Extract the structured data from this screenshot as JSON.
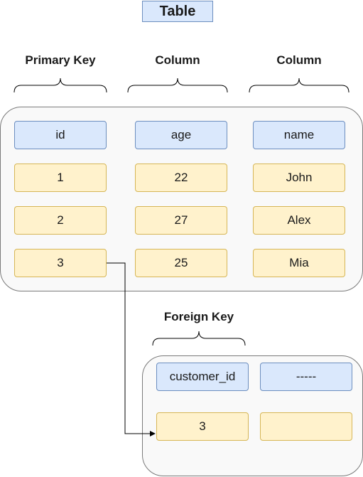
{
  "title": "Table",
  "labels": {
    "primary_key": "Primary Key",
    "column_age": "Column",
    "column_name": "Column",
    "foreign_key": "Foreign Key"
  },
  "main_table": {
    "headers": [
      "id",
      "age",
      "name"
    ],
    "rows": [
      [
        "1",
        "22",
        "John"
      ],
      [
        "2",
        "27",
        "Alex"
      ],
      [
        "3",
        "25",
        "Mia"
      ]
    ]
  },
  "foreign_table": {
    "headers": [
      "customer_id",
      "-----"
    ],
    "rows": [
      [
        "3",
        ""
      ]
    ]
  },
  "colors": {
    "header_fill": "#dae8fc",
    "header_border": "#6c8ebf",
    "data_fill": "#fff2cc",
    "data_border": "#d6b656",
    "container_fill": "#f9f9f9"
  }
}
